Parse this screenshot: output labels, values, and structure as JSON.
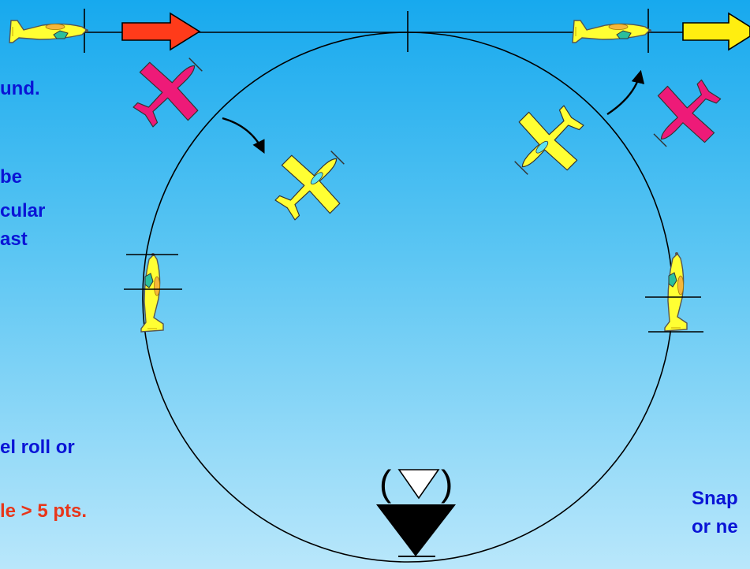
{
  "left_text": {
    "line1": "und.",
    "line2": "be",
    "line3": "cular",
    "line4": "ast",
    "line5": "el roll or",
    "line6": "le > 5 pts."
  },
  "right_text": {
    "line1": "Snap",
    "line2": "or ne"
  },
  "paren_open": "(",
  "paren_close": ")",
  "colors": {
    "background_top": "#17a9ee",
    "background_bottom": "#b9e7fb",
    "blue_text": "#0a14d6",
    "red_text": "#e8361a",
    "entry_arrow": "#ff3b1a",
    "exit_arrow": "#ffee10",
    "plane_yellow": "#ffff33",
    "plane_magenta": "#ee1a78",
    "canopy": "#2bbf9c"
  },
  "icons": {
    "entry_arrow": "arrow-right-icon",
    "exit_arrow": "arrow-right-icon",
    "flow_arrows": "curved-arrow-icon",
    "planes": "airplane-icon",
    "judge_triangle": "triangle-down-icon"
  }
}
